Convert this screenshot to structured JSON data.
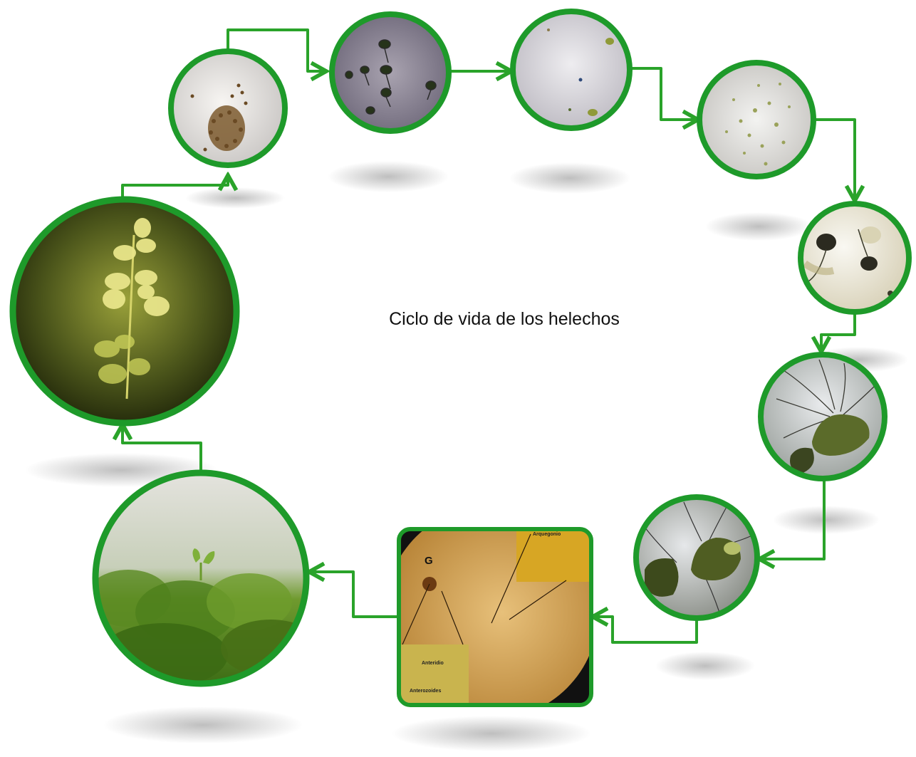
{
  "title": "Ciclo de vida de los helechos",
  "inset_labels": {
    "gametophyte_letter": "G",
    "archegonium": "Arquegonio",
    "antheridium": "Anteridio",
    "antherozoids": "Anterozoides"
  },
  "colors": {
    "ring": "#1e9a2a",
    "arrow": "#2aa32a",
    "background": "#ffffff"
  },
  "stages": [
    {
      "name": "spores-cluster",
      "icon": "spore-micrograph"
    },
    {
      "name": "germinating-spores",
      "icon": "spore-micrograph"
    },
    {
      "name": "scattered-spores",
      "icon": "spore-micrograph"
    },
    {
      "name": "young-protonema",
      "icon": "protonema-micrograph"
    },
    {
      "name": "early-prothallus",
      "icon": "prothallus-micrograph"
    },
    {
      "name": "prothallus-with-rhizoids",
      "icon": "prothallus-micrograph"
    },
    {
      "name": "mature-prothallus",
      "icon": "prothallus-micrograph"
    },
    {
      "name": "gametophyte-section",
      "icon": "gametophyte-micrograph"
    },
    {
      "name": "young-sporophyte",
      "icon": "sporophyte-photo"
    },
    {
      "name": "fern-leaves",
      "icon": "sporophyte-photo"
    }
  ]
}
